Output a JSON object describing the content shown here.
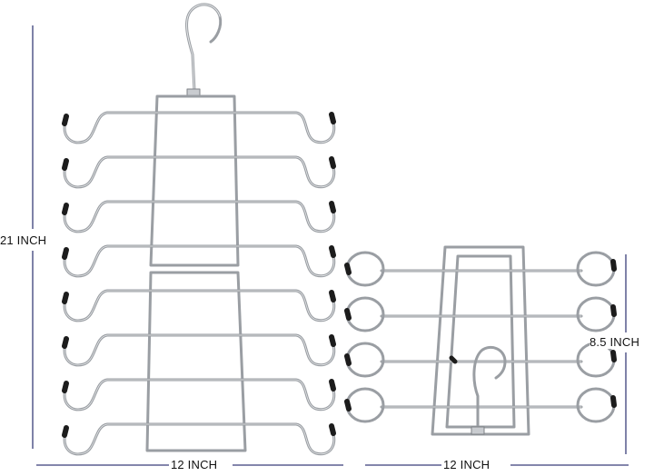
{
  "labels": {
    "left_height": "21 INCH",
    "left_width": "12 INCH",
    "right_width": "12 INCH",
    "right_height": "8.5 INCH"
  },
  "colors": {
    "wire": "#9a9ea3",
    "wire_highlight": "#e4e6e8",
    "tip": "#1c1c1c",
    "dimension_line": "#3a3f7a",
    "background": "#ffffff"
  },
  "product": {
    "left_hanger_tiers": 8,
    "right_hanger_tiers": 4
  }
}
